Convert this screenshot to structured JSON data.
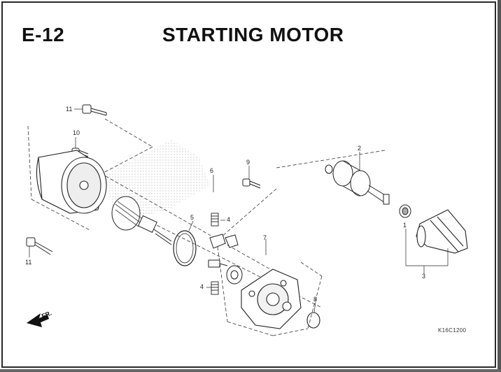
{
  "header": {
    "section_code": "E-12",
    "title": "STARTING MOTOR"
  },
  "callouts": {
    "c1": "1",
    "c2": "2",
    "c3": "3",
    "c4a": "4",
    "c4b": "4",
    "c5": "5",
    "c6": "6",
    "c7": "7",
    "c8": "8",
    "c9": "9",
    "c10": "10",
    "c11a": "11",
    "c11b": "11"
  },
  "direction_label": "FR.",
  "drawing_code": "K16C1200"
}
